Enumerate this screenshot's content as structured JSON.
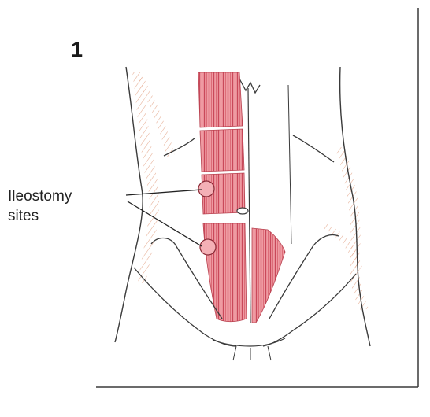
{
  "figure": {
    "number": "1",
    "callout_line1": "Ileostomy",
    "callout_line2": "sites"
  },
  "colors": {
    "muscle": "#e07a84",
    "muscle_stroke": "#c24a58",
    "skin_shading": "#e8a88a",
    "outline": "#3a3a3a",
    "background": "#ffffff"
  }
}
